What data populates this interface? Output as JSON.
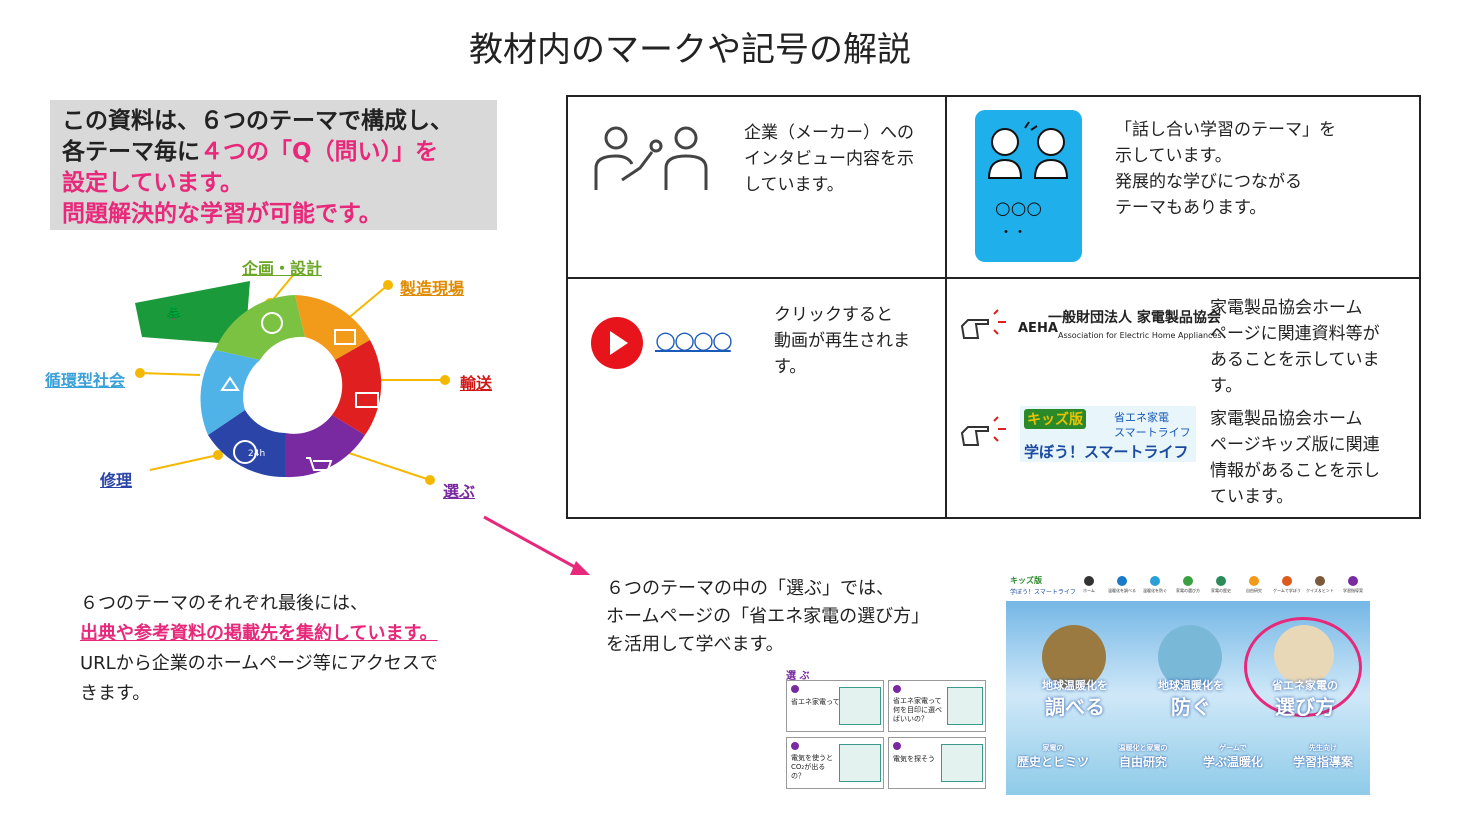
{
  "title": "教材内のマークや記号の解説",
  "intro": {
    "line1": "この資料は、６つのテーマで構成し、",
    "line2_pre": "各テーマ毎に",
    "line2_pink": "４つの「Q（問い）」を",
    "line3": "設定しています。",
    "line4": "問題解決的な学習が可能です。"
  },
  "wheel": {
    "labels": {
      "design": "企画・設計",
      "manufacturing": "製造現場",
      "transport": "輸送",
      "choose": "選ぶ",
      "repair": "修理",
      "recycle": "循環型社会"
    },
    "icon_text": "24h",
    "colors": {
      "green_dark": "#1a9a3a",
      "green_light": "#7cc242",
      "orange": "#f29a1a",
      "red": "#e02020",
      "purple": "#7a2aa0",
      "blue_dark": "#2a44a8",
      "blue_light": "#4fb3e8",
      "connector": "#f5b800"
    }
  },
  "legend": {
    "interview": {
      "text1": "企業（メーカー）への",
      "text2": "インタビュー内容を示",
      "text3": "しています。"
    },
    "discussion": {
      "circles": "○○○",
      "dots": "・・",
      "text1": "「話し合い学習のテーマ」を",
      "text2": "示しています。",
      "text3": "発展的な学びにつながる",
      "text4": "テーマもあります。"
    },
    "video": {
      "link": "○○○○",
      "text1": "クリックすると",
      "text2": "動画が再生されま",
      "text3": "す。"
    },
    "aeha": {
      "logo_main": "一般財団法人 家電製品協会",
      "logo_mark": "AEHA",
      "logo_sub": "Association for Electric Home Appliances",
      "text1": "家電製品協会ホーム",
      "text2": "ページに関連資料等が",
      "text3": "あることを示していま",
      "text4": "す。"
    },
    "kids": {
      "logo_top": "キッズ版",
      "logo_mid1": "省エネ家電",
      "logo_mid2": "スマートライフ",
      "logo_bottom": "学ぼう！スマートライフ",
      "text1": "家電製品協会ホーム",
      "text2": "ページキッズ版に関連",
      "text3": "情報があることを示し",
      "text4": "ています。"
    }
  },
  "bottom_left": {
    "line1": "６つのテーマのそれぞれ最後には、",
    "line2": "出典や参考資料の掲載先を集約しています。",
    "line3": "URLから企業のホームページ等にアクセスで",
    "line4": "きます。"
  },
  "bottom_mid": {
    "line1": "６つのテーマの中の「選ぶ」では、",
    "line2": "ホームページの「省エネ家電の選び方」",
    "line3": "を活用して学べます。"
  },
  "thumbs": {
    "header": "選 ぶ",
    "q1": "省エネ家電って？",
    "q2": "省エネ家電って何を目印に選べばいいの？",
    "q3": "電気を使うとCO₂が出るの？",
    "q4": "電気を探そう"
  },
  "site": {
    "logo1": "キッズ版",
    "logo2": "学ぼう！スマートライフ",
    "nav": [
      "ホーム",
      "温暖化を調べる",
      "温暖化を防ぐ",
      "家電の選び方",
      "家電の歴史",
      "自由研究",
      "ゲームで学ぼう",
      "クイズ＆ヒント",
      "学習指導案"
    ],
    "tile1_top": "地球温暖化を",
    "tile1_big": "調べる",
    "tile2_top": "地球温暖化を",
    "tile2_big": "防ぐ",
    "tile3_top": "省エネ家電の",
    "tile3_big": "選び方",
    "small1_top": "家電の",
    "small1_main": "歴史とヒミツ",
    "small2_top": "温暖化と家電の",
    "small2_main": "自由研究",
    "small3_top": "ゲームで",
    "small3_main": "学ぶ温暖化",
    "small4_top": "先生向け",
    "small4_main": "学習指導案"
  }
}
